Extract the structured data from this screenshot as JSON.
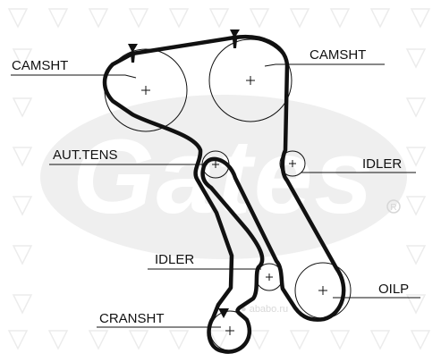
{
  "diagram": {
    "labels": {
      "camshaft_left": "CAMSHT",
      "camshaft_right": "CAMSHT",
      "auto_tensioner": "AUT.TENS",
      "idler_right": "IDLER",
      "idler_lower": "IDLER",
      "oil_pump": "OILP",
      "crankshaft": "CRANSHT"
    },
    "watermark": {
      "brand_text": "Gates",
      "site_text": "● ababo.ru"
    },
    "colors": {
      "ink": "#111111",
      "watermark": "#e4e4e4",
      "watermark_symbol": "#d6d6d6",
      "background": "#ffffff"
    }
  }
}
